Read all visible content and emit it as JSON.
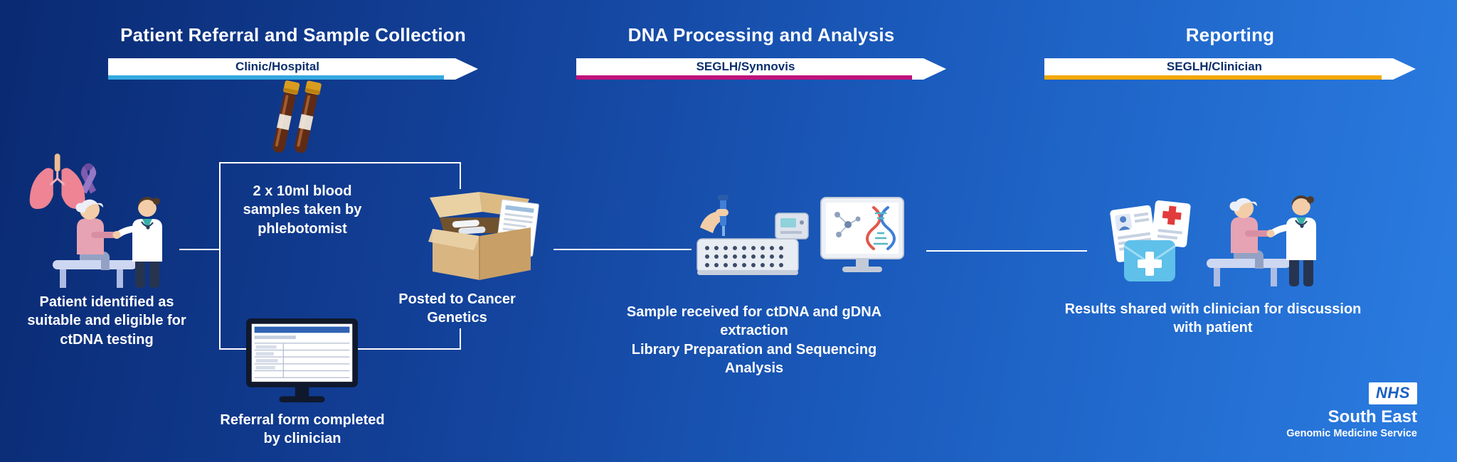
{
  "phases": [
    {
      "title": "Patient Referral and Sample Collection",
      "owner": "Clinic/Hospital",
      "accent": "#35a8e0"
    },
    {
      "title": "DNA Processing and Analysis",
      "owner": "SEGLH/Synnovis",
      "accent": "#c1127b"
    },
    {
      "title": "Reporting",
      "owner": "SEGLH/Clinician",
      "accent": "#f5a800"
    }
  ],
  "steps": {
    "patient_identified": "Patient identified as suitable and eligible for ctDNA testing",
    "blood_samples": "2 x 10ml blood samples taken by phlebotomist",
    "referral_form": "Referral form completed by clinician",
    "posted_to": "Posted to Cancer Genetics",
    "processing_line1": "Sample received for ctDNA and gDNA extraction",
    "processing_line2": "Library Preparation and Sequencing Analysis",
    "results_shared": "Results shared with clinician for discussion with patient"
  },
  "logo": {
    "nhs": "NHS",
    "region": "South East",
    "service": "Genomic Medicine Service"
  },
  "colors": {
    "background_left": "#0a2a72",
    "background_right": "#2b7de2",
    "arrow_fill": "#ffffff",
    "arrow_text": "#0b2f6b",
    "connector": "#ffffff",
    "caption_text": "#ffffff"
  },
  "icons": {
    "lungs": "lungs-icon",
    "awareness_ribbon": "awareness-ribbon-icon",
    "patient_clinician": "patient-with-clinician-illustration",
    "blood_tubes": "blood-sample-tubes-icon",
    "referral_monitor": "referral-form-monitor-icon",
    "parcel_box": "postal-box-with-forms-icon",
    "pipette_hand": "pipette-hand-icon",
    "well_plate": "well-plate-instrument-icon",
    "dna_monitor": "dna-analysis-monitor-icon",
    "results_folder": "results-documents-icon"
  }
}
